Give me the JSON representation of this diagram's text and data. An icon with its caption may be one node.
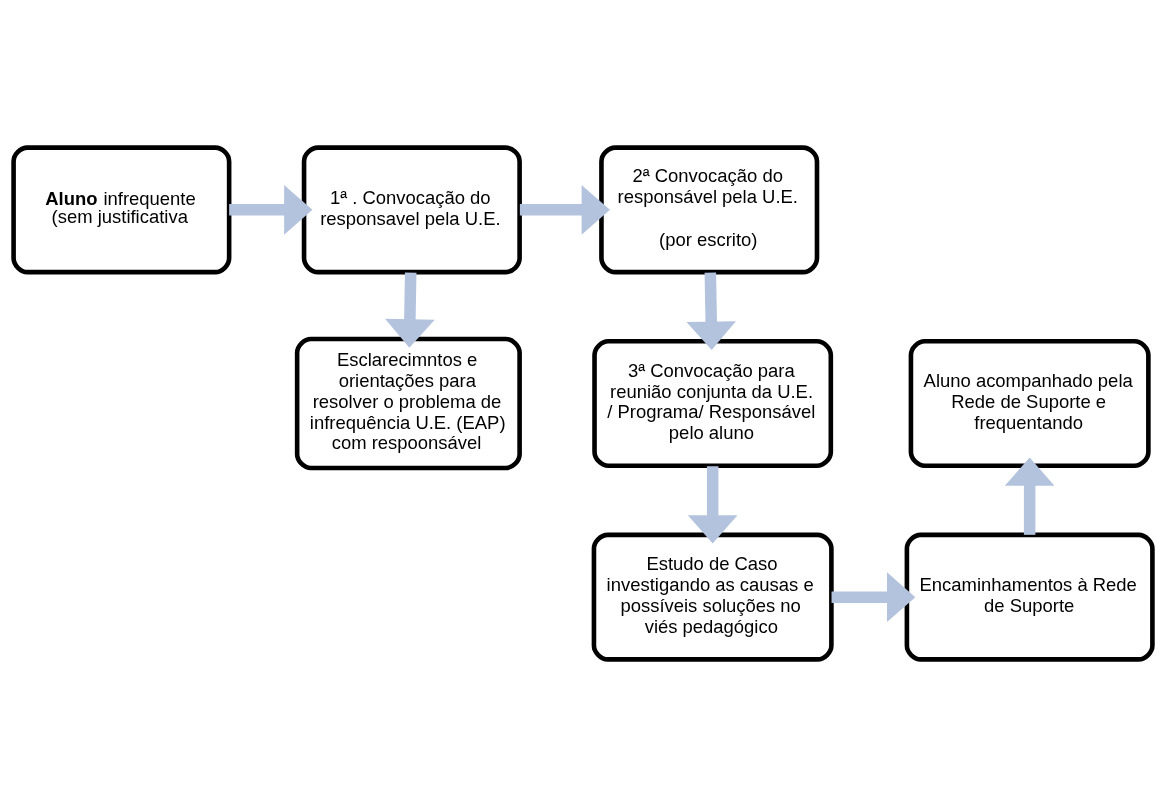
{
  "diagram": {
    "nodes": [
      {
        "text": [
          "**Aluno** infrequente (sem justificativa"
        ]
      },
      {
        "text": [
          "1ª . Convocação do responsavel pela U.E."
        ]
      },
      {
        "text": [
          "2ª Convocação do responsável pela U.E.",
          "(por escrito)"
        ]
      },
      {
        "text": [
          "Esclarecimntos e orientações para resolver o problema de infrequência U.E. (EAP) com respoonsável"
        ]
      },
      {
        "text": [
          "3ª Convocação para reunião conjunta da U.E. / Programa/ Responsável pelo aluno"
        ]
      },
      {
        "text": [
          "Aluno acompanhado pela Rede de Suporte e frequentando"
        ]
      },
      {
        "text": [
          "Estudo de Caso investigando as causas e possíveis soluções no viés pedagógico"
        ]
      },
      {
        "text": [
          "Encaminhamentos à Rede de Suporte"
        ]
      }
    ],
    "edges": [
      {
        "from": 0,
        "to": 1,
        "arrow": "to"
      },
      {
        "from": 1,
        "to": 2,
        "arrow": "to"
      },
      {
        "from": 1,
        "to": 3,
        "arrow": "to"
      },
      {
        "from": 2,
        "to": 4,
        "arrow": "to"
      },
      {
        "from": 4,
        "to": 6,
        "arrow": "to"
      },
      {
        "from": 6,
        "to": 7,
        "arrow": "to"
      },
      {
        "from": 7,
        "to": 5,
        "arrow": "to"
      }
    ]
  }
}
